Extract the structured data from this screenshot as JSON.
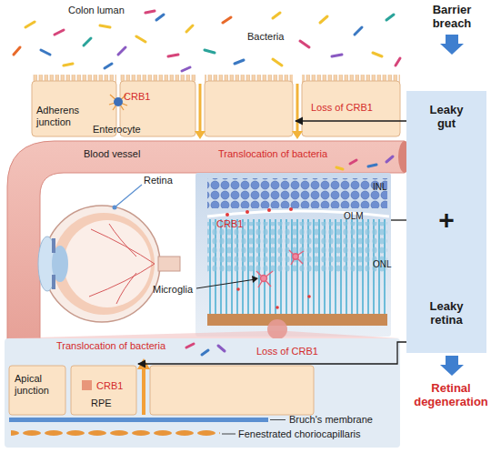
{
  "diagram": {
    "nodes": [
      {
        "text": [
          "Adherens junction",
          "CRB1",
          "Enterocyte"
        ]
      },
      {
        "text": [
          "Leaky gut",
          "+",
          "Leaky retina"
        ]
      },
      {
        "text": [
          "INL",
          "OLM",
          "CRB1",
          "ONL"
        ]
      },
      {
        "text": [
          "Translocation of bacteria",
          "Bruch's membrane",
          "Fenestrated choriocapillaris"
        ]
      },
      {
        "text": [
          "Apical junction",
          "CRB1",
          "RPE"
        ],
        "in": 3
      }
    ],
    "edges": [
      {
        "from": 1,
        "to": 0,
        "arrow": "to",
        "label": "Loss of CRB1"
      },
      {
        "from": 2,
        "to": 1,
        "arrow": "none"
      },
      {
        "from": 1,
        "to": 4,
        "arrow": "to",
        "label": "Loss of CRB1"
      }
    ],
    "labels": [
      "Colon luman",
      "Bacteria",
      "Barrier breach",
      "Blood vessel",
      "Translocation of bacteria",
      "Retina",
      "Microglia",
      "Retinal degeneration"
    ]
  }
}
